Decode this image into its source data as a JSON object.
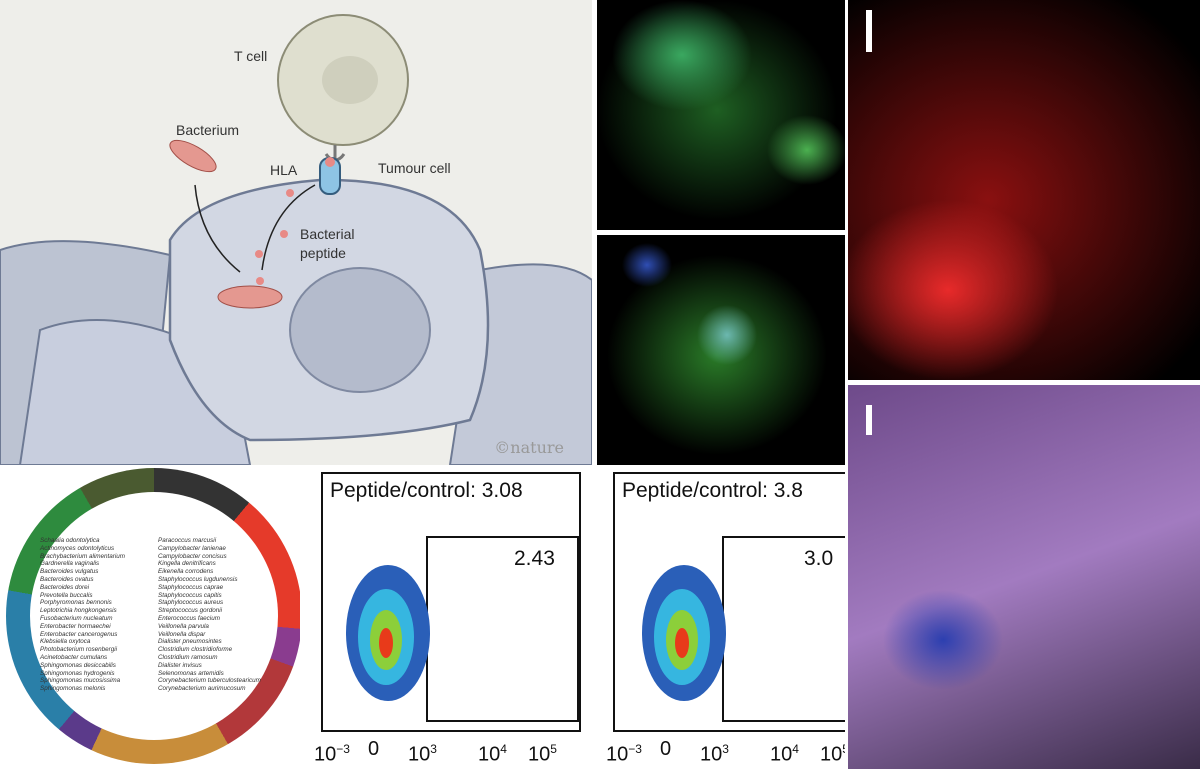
{
  "illustration": {
    "t_cell": "T cell",
    "bacterium": "Bacterium",
    "hla": "HLA",
    "tumour_cell": "Tumour cell",
    "bacterial_peptide_1": "Bacterial",
    "bacterial_peptide_2": "peptide",
    "credit": "©nature"
  },
  "tree": {
    "species": [
      "Schaalia odontolytica",
      "Actinomyces odontolyticus",
      "Brachybacterium alimentarium",
      "Gardnerella vaginalis",
      "Bacteroides vulgatus",
      "Bacteroides ovatus",
      "Bacteroides dorei",
      "Prevotella buccalis",
      "Porphyromonas bennonis",
      "Leptotrichia hongkongensis",
      "Fusobacterium nucleatum",
      "Enterobacter hormaechei",
      "Enterobacter cancerogenus",
      "Klebsiella oxytoca",
      "Photobacterium rosenbergii",
      "Acinetobacter cumulans",
      "Sphingomonas desiccabilis",
      "Sphingomonas hydrogenis",
      "Sphingomonas mucosissima",
      "Sphingomonas melonis",
      "Paracoccus marcusii",
      "Campylobacter lanienae",
      "Campylobacter concisus",
      "Kingella denitrificans",
      "Eikenella corrodens",
      "Staphylococcus lugdunensis",
      "Staphylococcus caprae",
      "Staphylococcus capitis",
      "Staphylococcus aureus",
      "Streptococcus gordonii",
      "Enterococcus faecium",
      "Veillonella parvula",
      "Veillonella dispar",
      "Dialister pneumosintes",
      "Clostridium clostridioforme",
      "Clostridium ramosum",
      "Dialister invisus",
      "Selenomonas artemidis",
      "Corynebacterium tuberculostearicum",
      "Corynebacterium aurimucosum"
    ]
  },
  "flow_plots": [
    {
      "title": "Peptide/control: 3.08",
      "gate_value": "2.43"
    },
    {
      "title": "Peptide/control: 3.8",
      "gate_value": "3.0"
    }
  ],
  "x_ticks": [
    {
      "base": "10",
      "exp": "−3"
    },
    {
      "base": "0",
      "exp": ""
    },
    {
      "base": "10",
      "exp": "3"
    },
    {
      "base": "10",
      "exp": "4"
    },
    {
      "base": "10",
      "exp": "5"
    }
  ]
}
